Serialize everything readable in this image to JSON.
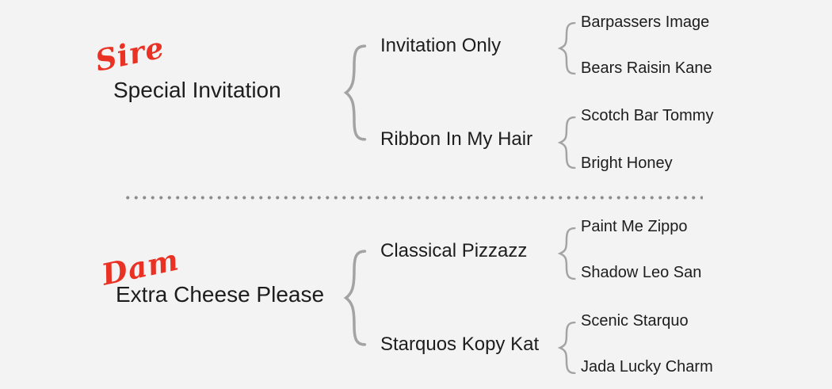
{
  "colors": {
    "background": "#f3f3f3",
    "text_black": "#1d1d1d",
    "accent_red": "#e93223",
    "brace_gray": "#a3a3a3",
    "dot_gray": "#8c8c8c"
  },
  "pedigree": {
    "sire": {
      "role_label": "Sire",
      "name": "Special Invitation",
      "parents": [
        {
          "name": "Invitation Only",
          "grandparents": [
            "Barpassers Image",
            "Bears Raisin Kane"
          ]
        },
        {
          "name": "Ribbon In My Hair",
          "grandparents": [
            "Scotch Bar Tommy",
            "Bright Honey"
          ]
        }
      ]
    },
    "dam": {
      "role_label": "Dam",
      "name": "Extra Cheese Please",
      "parents": [
        {
          "name": "Classical Pizzazz",
          "grandparents": [
            "Paint Me Zippo",
            "Shadow Leo San"
          ]
        },
        {
          "name": "Starquos Kopy Kat",
          "grandparents": [
            "Scenic Starquo",
            "Jada Lucky Charm"
          ]
        }
      ]
    }
  }
}
